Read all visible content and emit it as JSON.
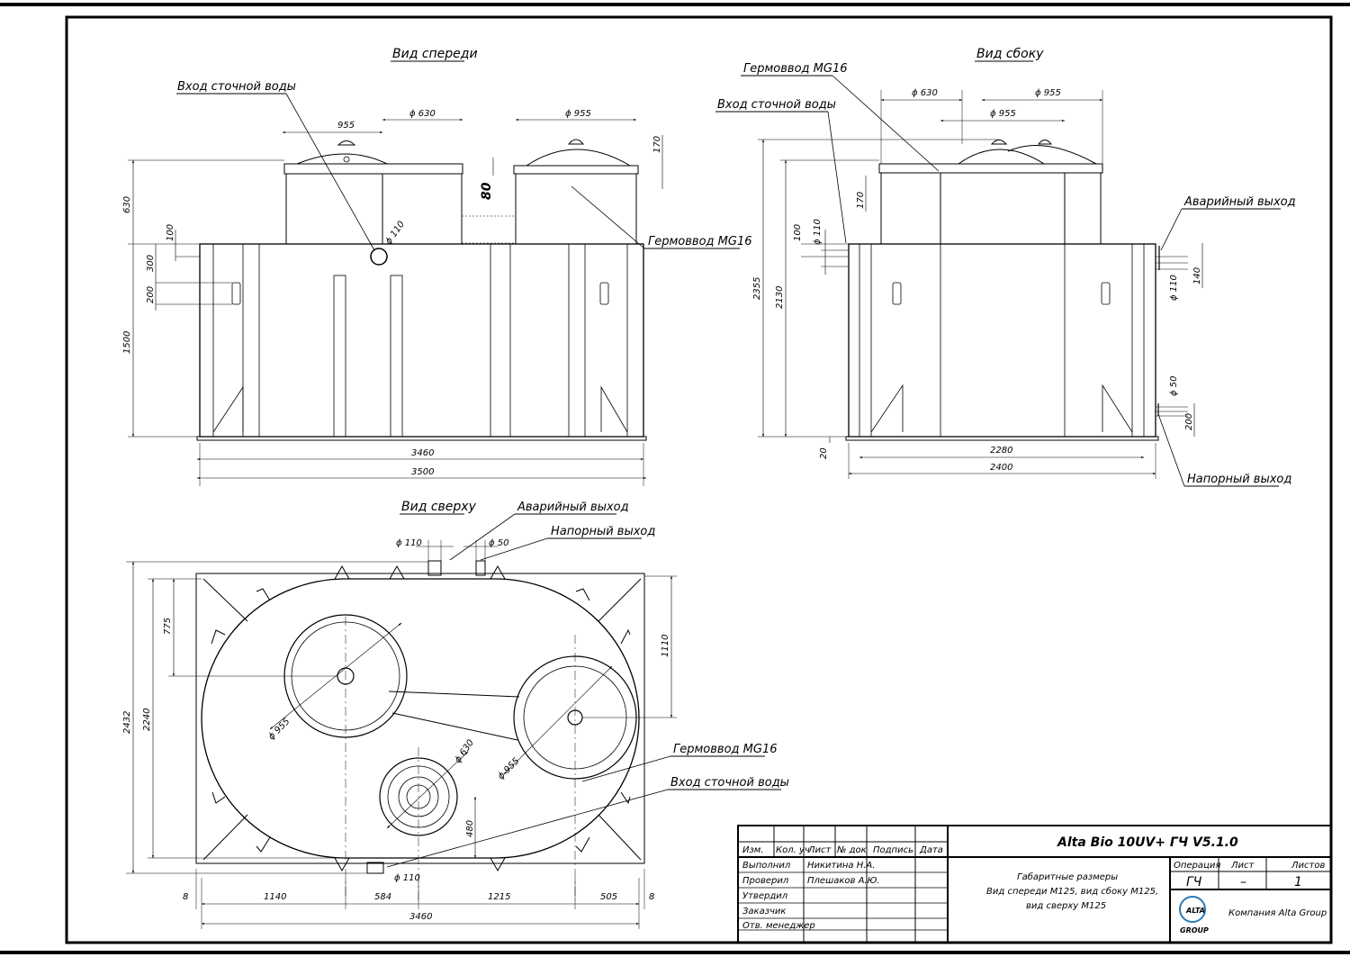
{
  "views": {
    "front": "Вид спереди",
    "side": "Вид сбоку",
    "top": "Вид сверху"
  },
  "labels": {
    "inlet": "Вход сточной воды",
    "gland": "Гермоввод MG16",
    "emergency_outlet": "Аварийный выход",
    "pressure_outlet": "Напорный выход"
  },
  "front_dims": {
    "d955": "955",
    "d630": "ϕ 630",
    "d955b": "ϕ 955",
    "h170": "170",
    "h80": "80",
    "h630": "630",
    "h100": "100",
    "h300": "300",
    "h200": "200",
    "h1500": "1500",
    "d110": "ϕ 110",
    "w3460": "3460",
    "w3500": "3500"
  },
  "side_dims": {
    "d630": "ϕ 630",
    "d955a": "ϕ 955",
    "d955b": "ϕ 955",
    "h170": "170",
    "h100": "100",
    "d110": "ϕ 110",
    "h2355": "2355",
    "h2130": "2130",
    "h140": "140",
    "d110r": "ϕ 110",
    "d50": "ϕ 50",
    "h200": "200",
    "h20": "20",
    "w2280": "2280",
    "w2400": "2400"
  },
  "top_dims": {
    "d110": "ϕ 110",
    "d50": "ϕ 50",
    "h2432": "2432",
    "h2240": "2240",
    "h775": "775",
    "h1110": "1110",
    "d955a": "ϕ 955",
    "d955b": "ϕ 955",
    "d630": "ϕ 630",
    "h480": "480",
    "d110b": "ϕ 110",
    "w8a": "8",
    "w1140": "1140",
    "w584": "584",
    "w1215": "1215",
    "w505": "505",
    "w8b": "8",
    "w3460": "3460"
  },
  "title_block": {
    "headers": [
      "Изм.",
      "Кол. уч",
      "Лист",
      "№ док",
      "Подпись",
      "Дата"
    ],
    "roles": [
      "Выполнил",
      "Проверил",
      "Утвердил",
      "Заказчик",
      "Отв. менеджер"
    ],
    "names": [
      "Никитина Н.А.",
      "Плешаков А.Ю."
    ],
    "title": "Alta Bio 10UV+ ГЧ V5.1.0",
    "desc": [
      "Габаритные размеры",
      "Вид спереди М125, вид сбоку М125,",
      "вид сверху М125"
    ],
    "op_header": "Операция",
    "sheet_header": "Лист",
    "sheets_header": "Листов",
    "op_value": "ГЧ",
    "sheet_value": "–",
    "sheets_value": "1",
    "company": "Компания Alta Group",
    "logo_text": "GROUP"
  },
  "colors": {
    "logo": "#2a7ab8"
  }
}
